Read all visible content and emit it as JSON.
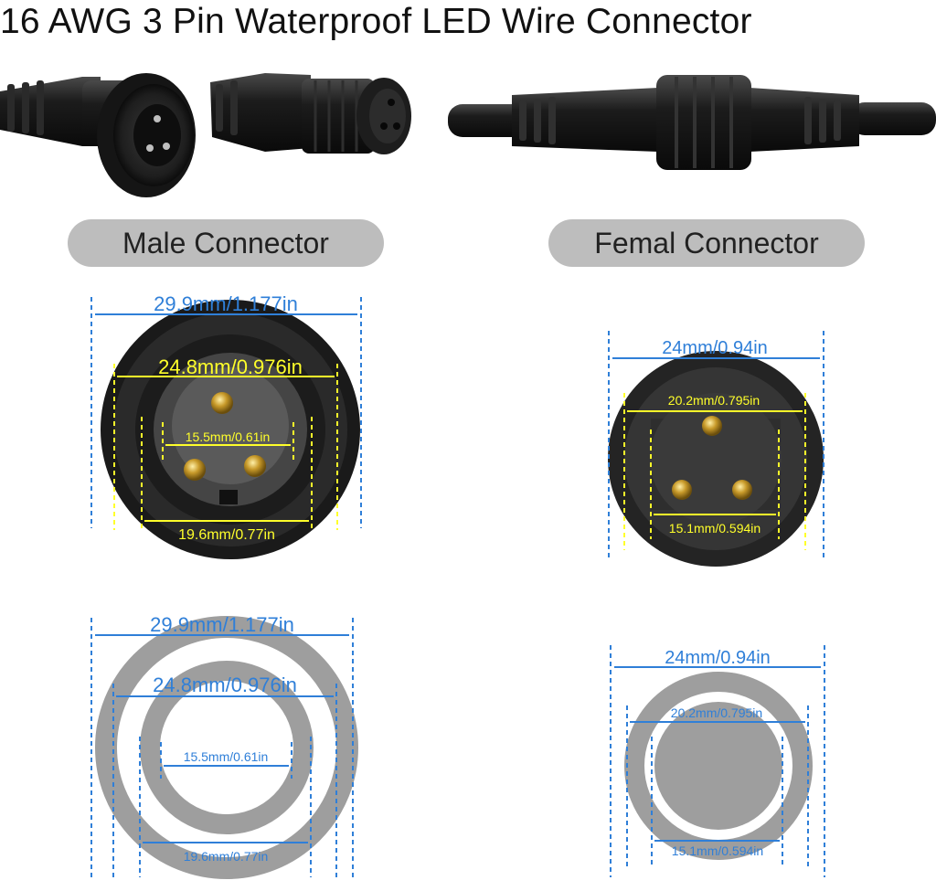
{
  "title": "16 AWG 3 Pin Waterproof LED Wire Connector",
  "labels": {
    "male": "Male Connector",
    "female": "Femal Connector"
  },
  "dimensions": {
    "male_outer": "29.9mm/1.177in",
    "male_inner": "24.8mm/0.976in",
    "male_pin_span": "15.5mm/0.61in",
    "male_base": "19.6mm/0.77in",
    "female_outer": "24mm/0.94in",
    "female_inner": "20.2mm/0.795in",
    "female_pin_span": "15.1mm/0.594in"
  },
  "colors": {
    "dimension_blue": "#2f7fd8",
    "dimension_yellow": "#ffff2a",
    "ring_gray": "#9e9e9e",
    "pill_gray": "#bdbdbd"
  }
}
